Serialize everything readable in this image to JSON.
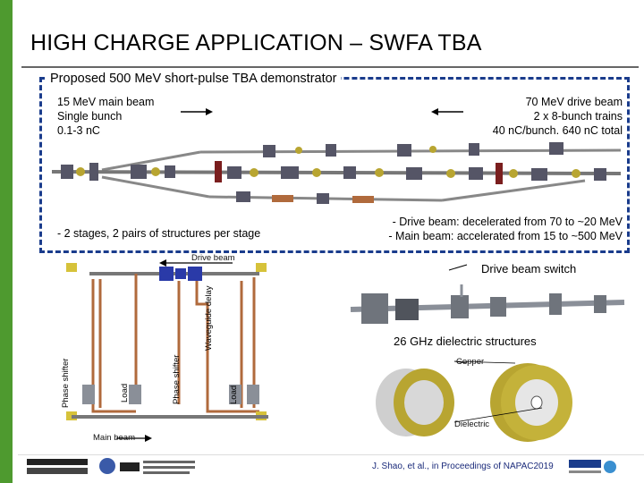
{
  "slide": {
    "title": "HIGH CHARGE APPLICATION – SWFA TBA",
    "section_title": "Proposed 500 MeV short-pulse TBA demonstrator",
    "main_beam": {
      "line1": "15 MeV main beam",
      "line2": "Single bunch",
      "line3": "0.1-3 nC"
    },
    "drive_beam": {
      "line1": "70 MeV drive beam",
      "line2": "2 x 8-bunch trains",
      "line3": "40 nC/bunch, 640 nC total"
    },
    "stages_note": "- 2 stages, 2 pairs of structures per stage",
    "beam_notes": {
      "line1": "- Drive beam: decelerated from 70 to ~20 MeV",
      "line2": "- Main beam: accelerated from 15 to ~500 MeV"
    },
    "schematic": {
      "drive_beam_label": "Drive beam",
      "main_beam_label": "Main beam",
      "phase_shifter_left": "Phase shifter",
      "load_left": "Load",
      "phase_shifter_right": "Phase shifter",
      "waveguide_delay": "Waveguide delay",
      "load_right": "Load"
    },
    "switch_label": "Drive beam switch",
    "structures": {
      "title": "26 GHz dielectric structures",
      "copper_label": "Copper",
      "dielectric_label": "Dielectric"
    },
    "citation": "J. Shao, et al., in Proceedings of NAPAC2019",
    "colors": {
      "green_bar": "#4e9a2f",
      "dashed_border": "#1a3c8c",
      "copper_ring": "#b8a531",
      "waveguide": "#b06a3c"
    }
  }
}
